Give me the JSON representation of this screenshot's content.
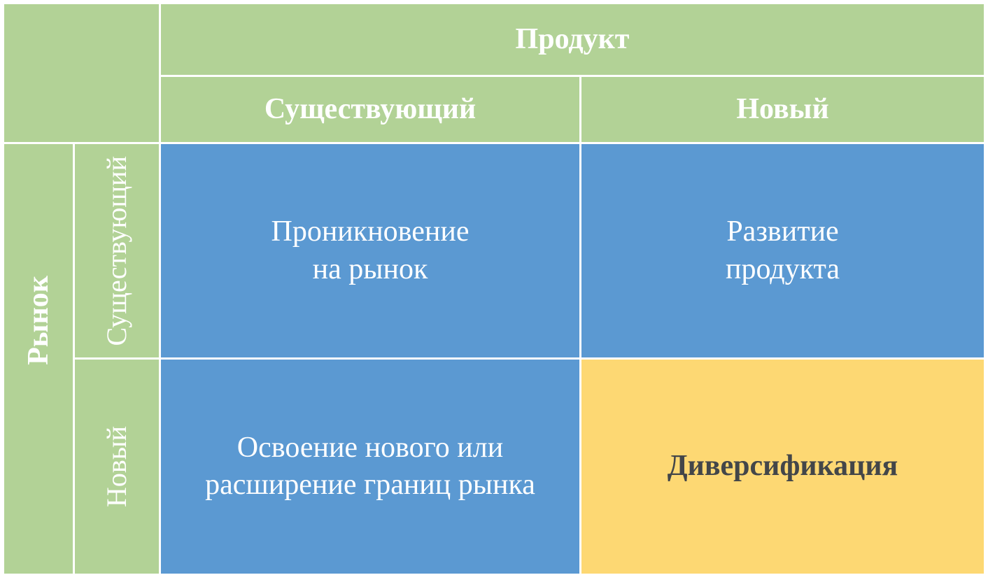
{
  "colors": {
    "background": "#ffffff",
    "header_green": "#b2d296",
    "cell_blue": "#5b99d2",
    "cell_yellow": "#fdd873",
    "header_text": "#ffffff",
    "body_text_light": "#ffffff",
    "body_text_dark": "#434649"
  },
  "matrix": {
    "product_axis": {
      "title": "Продукт",
      "existing_label": "Существующий",
      "new_label": "Новый"
    },
    "market_axis": {
      "title": "Рынок",
      "existing_label": "Существующий",
      "new_label": "Новый"
    },
    "cells": {
      "market_penetration": "Проникновение\nна рынок",
      "product_development": "Развитие\nпродукта",
      "market_development": "Освоение нового или\nрасширение границ рынка",
      "diversification": "Диверсификация"
    }
  }
}
